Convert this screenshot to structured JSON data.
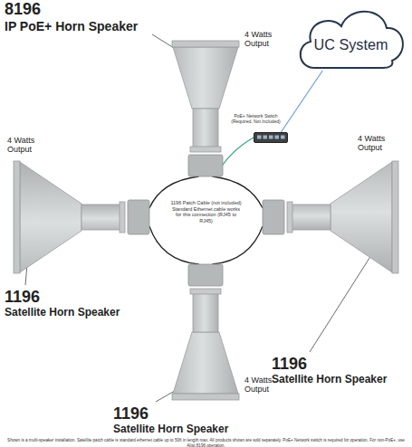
{
  "diagram": {
    "nodes": [
      {
        "text": [
          "8196",
          "IP PoE+ Horn Speaker",
          "4 Watts Output"
        ]
      },
      {
        "text": [
          "UC System"
        ]
      },
      {
        "text": [
          "PoE+ Network Switch (Required, Not Included)"
        ]
      },
      {
        "text": [
          "1196",
          "Satellite Horn Speaker",
          "4 Watts Output"
        ]
      },
      {
        "text": [
          "1196",
          "Satellite Horn Speaker",
          "4 Watts Output"
        ]
      },
      {
        "text": [
          "1196",
          "Satellite Horn Speaker",
          "4 Watts Output"
        ]
      }
    ],
    "edges": [
      {
        "from": 1,
        "to": 2,
        "arrow": "none"
      },
      {
        "from": 2,
        "to": 0,
        "arrow": "none"
      },
      {
        "from": 0,
        "to": 3,
        "arrow": "none"
      },
      {
        "from": 0,
        "to": 4,
        "arrow": "none"
      },
      {
        "from": 3,
        "to": 5,
        "arrow": "none"
      },
      {
        "from": 4,
        "to": 5,
        "arrow": "none"
      }
    ],
    "labels": [
      "1196 Patch Cable (not included) Standard Ethernet cable works for this connection (RJ45 to RJ45)",
      "Shown is a multi-speaker installation. Satellite patch cable is standard ethernet cable up to 50ft in length max. All products shown are sold separately. PoE+ Network switch is required for operation. For non-PoE+, use Algo 8196 operation."
    ]
  }
}
